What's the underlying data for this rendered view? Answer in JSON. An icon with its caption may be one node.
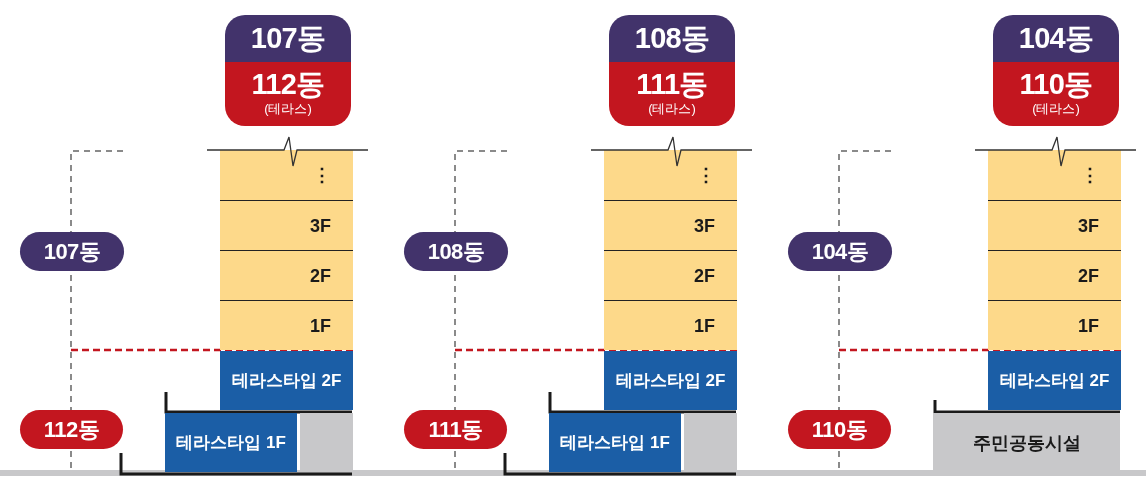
{
  "diagram": {
    "nodes": [
      {
        "text": [
          "107동",
          "112동",
          "(테라스)"
        ]
      },
      {
        "text": [
          "⋮"
        ]
      },
      {
        "text": [
          "3F"
        ]
      },
      {
        "text": [
          "2F"
        ]
      },
      {
        "text": [
          "1F"
        ]
      },
      {
        "text": [
          "107동"
        ]
      },
      {
        "text": [
          "테라스타입 2F"
        ]
      },
      {
        "text": [
          "112동"
        ]
      },
      {
        "text": [
          "테라스타입 1F"
        ]
      },
      {
        "text": [],
        "shape": "box"
      },
      {
        "text": [
          "108동",
          "111동",
          "(테라스)"
        ]
      },
      {
        "text": [
          "⋮"
        ]
      },
      {
        "text": [
          "3F"
        ]
      },
      {
        "text": [
          "2F"
        ]
      },
      {
        "text": [
          "1F"
        ]
      },
      {
        "text": [
          "108동"
        ]
      },
      {
        "text": [
          "테라스타입 2F"
        ]
      },
      {
        "text": [
          "111동"
        ]
      },
      {
        "text": [
          "테라스타입 1F"
        ]
      },
      {
        "text": [],
        "shape": "box"
      },
      {
        "text": [
          "104동",
          "110동",
          "(테라스)"
        ]
      },
      {
        "text": [
          "⋮"
        ]
      },
      {
        "text": [
          "3F"
        ]
      },
      {
        "text": [
          "2F"
        ]
      },
      {
        "text": [
          "1F"
        ]
      },
      {
        "text": [
          "104동"
        ]
      },
      {
        "text": [
          "테라스타입 2F"
        ]
      },
      {
        "text": [
          "110동"
        ]
      },
      {
        "text": [
          "주민공동시설"
        ]
      }
    ]
  }
}
